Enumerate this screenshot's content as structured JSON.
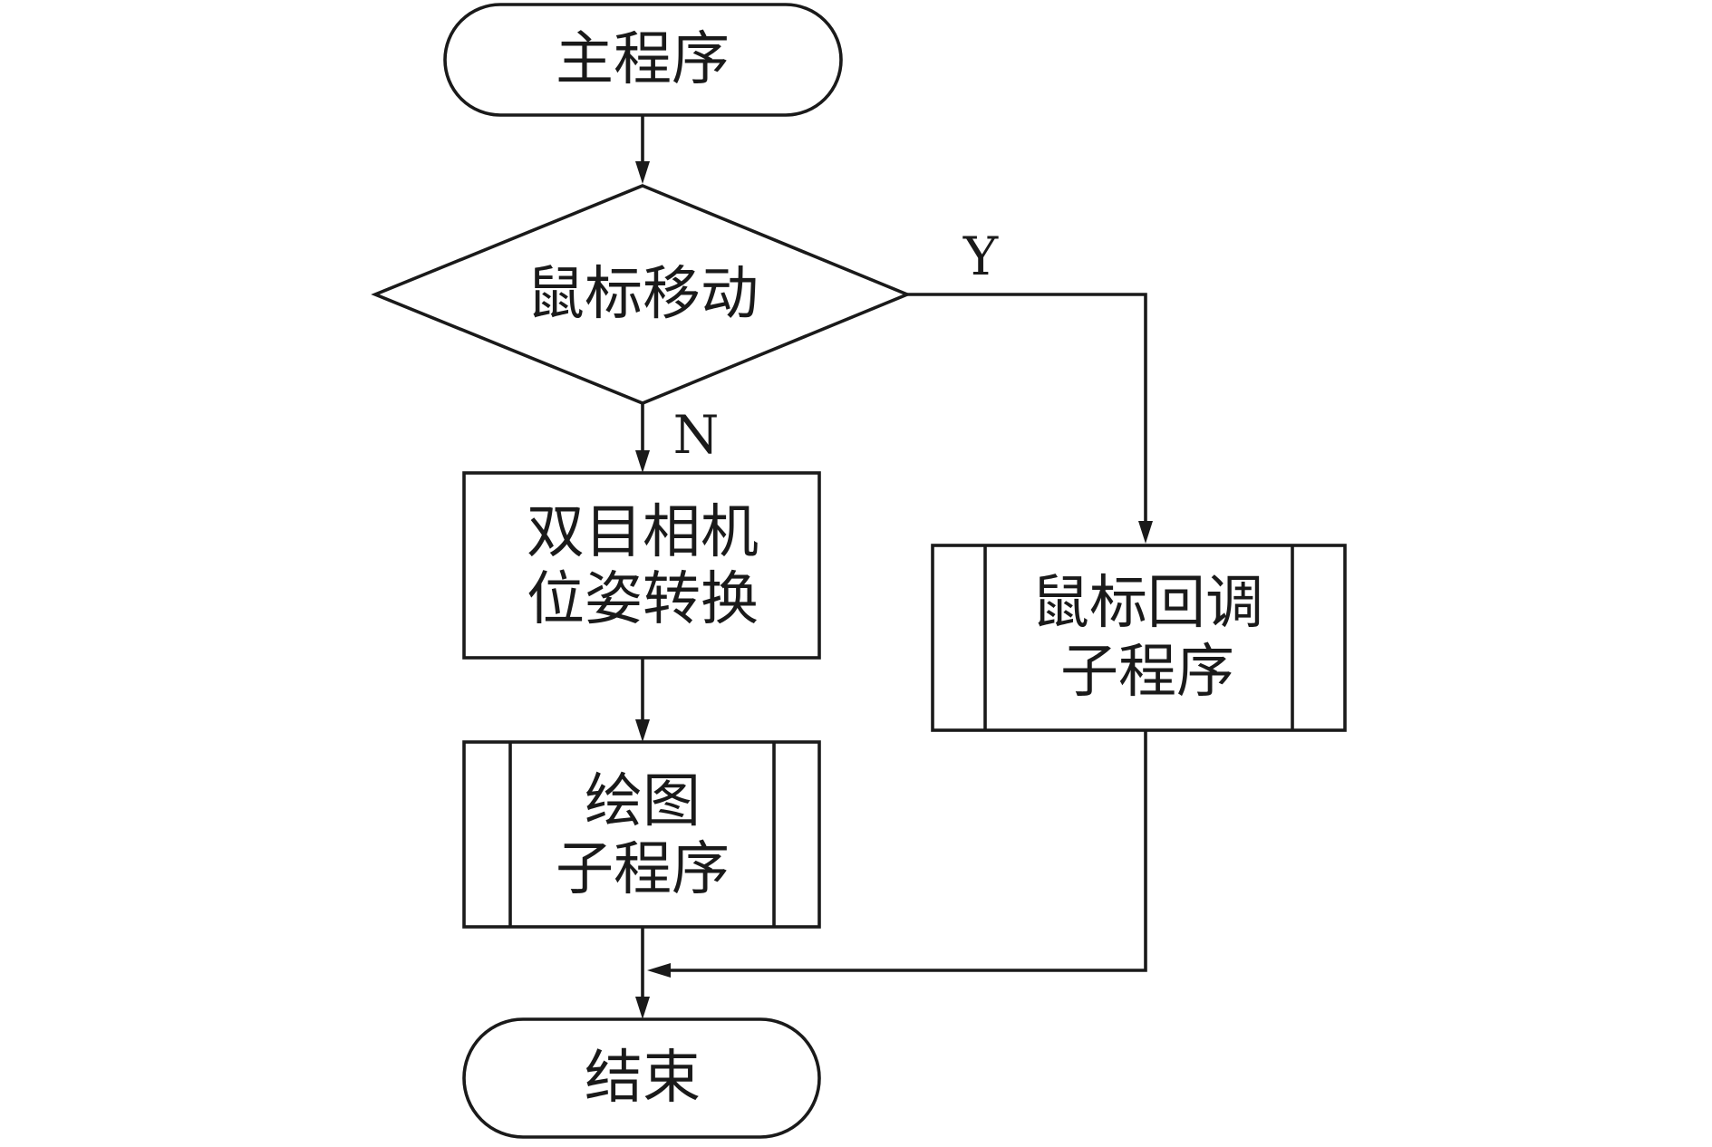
{
  "nodes": {
    "start": "主程序",
    "decision": "鼠标移动",
    "pose_transform": [
      "双目相机",
      "位姿转换"
    ],
    "draw_subroutine": [
      "绘图",
      "子程序"
    ],
    "callback_subroutine": [
      "鼠标回调",
      "子程序"
    ],
    "end": "结束"
  },
  "branches": {
    "yes": "Y",
    "no": "N"
  }
}
